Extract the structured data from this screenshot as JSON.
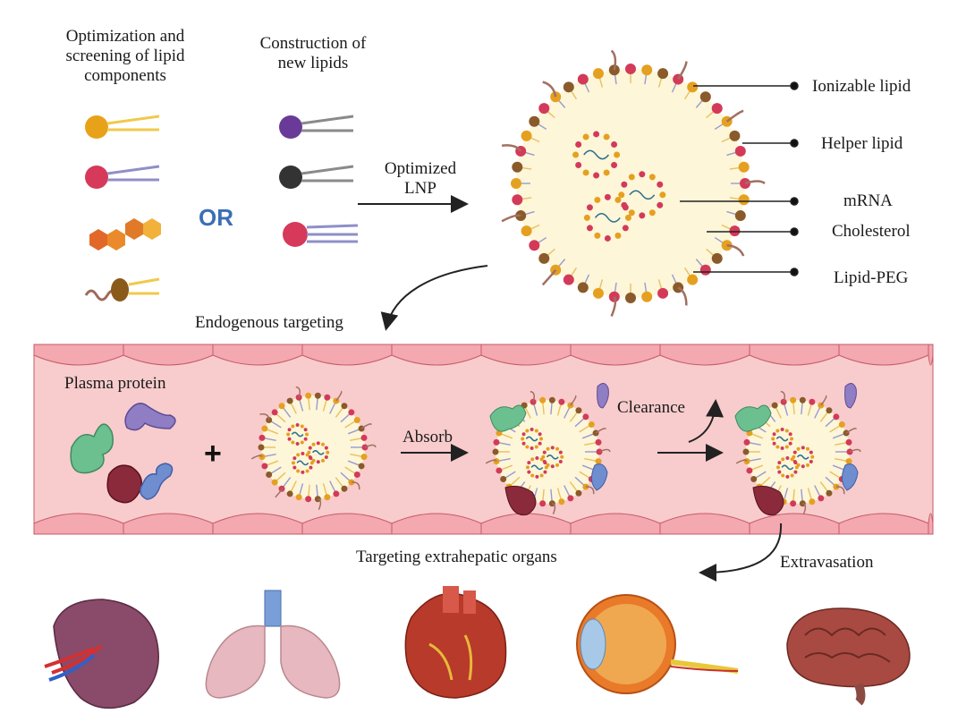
{
  "top": {
    "col1_title": [
      "Optimization and",
      "screening of lipid",
      "components"
    ],
    "col2_title": [
      "Construction of",
      "new lipids"
    ],
    "or_label": "OR",
    "arrow_label": [
      "Optimized",
      "LNP"
    ]
  },
  "lnp_labels": {
    "ionizable": "Ionizable lipid",
    "helper": "Helper lipid",
    "mrna": "mRNA",
    "cholesterol": "Cholesterol",
    "peg": "Lipid-PEG"
  },
  "middle": {
    "endogenous": "Endogenous targeting",
    "plasma_protein": "Plasma protein",
    "absorb": "Absorb",
    "clearance": "Clearance",
    "plus": "+"
  },
  "bottom": {
    "targeting": "Targeting extrahepatic organs",
    "extravasation": "Extravasation"
  },
  "colors": {
    "ionizable": "#e5a020",
    "helper": "#d33a5a",
    "cholesterol": "#e07a28",
    "peg": "#8a5a2b",
    "vessel": "#f7c9c9",
    "mrna": "#2a6f8f"
  }
}
